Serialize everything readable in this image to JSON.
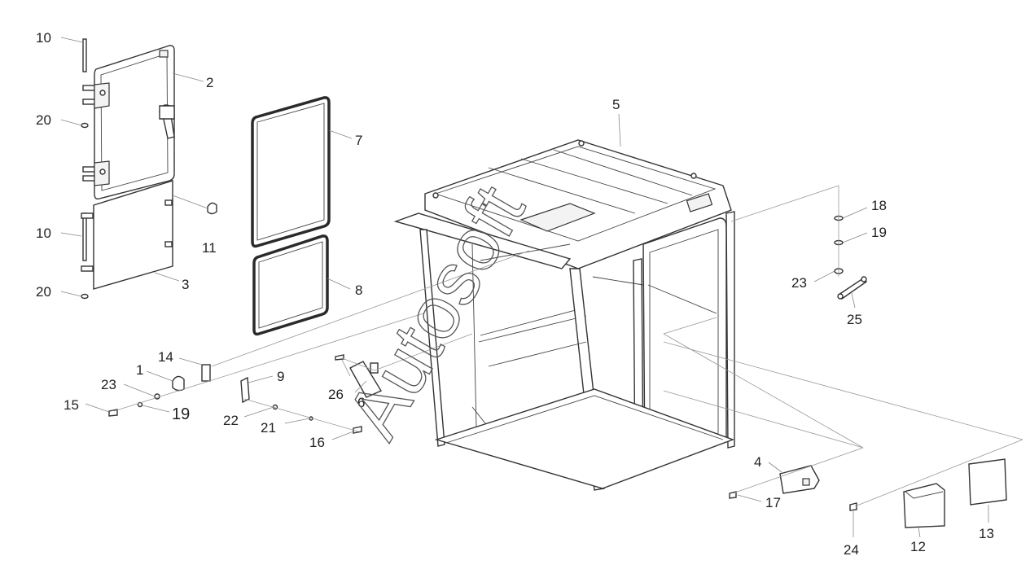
{
  "watermark": "Autosoft",
  "callouts": [
    {
      "id": "10",
      "text": "10"
    },
    {
      "id": "2",
      "text": "2"
    },
    {
      "id": "20",
      "text": "20"
    },
    {
      "id": "10b",
      "text": "10"
    },
    {
      "id": "11",
      "text": "11"
    },
    {
      "id": "20b",
      "text": "20"
    },
    {
      "id": "3",
      "text": "3"
    },
    {
      "id": "7",
      "text": "7"
    },
    {
      "id": "8",
      "text": "8"
    },
    {
      "id": "5",
      "text": "5"
    },
    {
      "id": "18",
      "text": "18"
    },
    {
      "id": "19",
      "text": "19"
    },
    {
      "id": "23",
      "text": "23"
    },
    {
      "id": "25",
      "text": "25"
    },
    {
      "id": "14",
      "text": "14"
    },
    {
      "id": "1",
      "text": "1"
    },
    {
      "id": "9",
      "text": "9"
    },
    {
      "id": "23b",
      "text": "23"
    },
    {
      "id": "15",
      "text": "15"
    },
    {
      "id": "19b",
      "text": "19"
    },
    {
      "id": "26",
      "text": "26"
    },
    {
      "id": "6",
      "text": "6"
    },
    {
      "id": "22",
      "text": "22"
    },
    {
      "id": "21",
      "text": "21"
    },
    {
      "id": "16",
      "text": "16"
    },
    {
      "id": "4",
      "text": "4"
    },
    {
      "id": "17",
      "text": "17"
    },
    {
      "id": "24",
      "text": "24"
    },
    {
      "id": "12",
      "text": "12"
    },
    {
      "id": "13",
      "text": "13"
    }
  ]
}
